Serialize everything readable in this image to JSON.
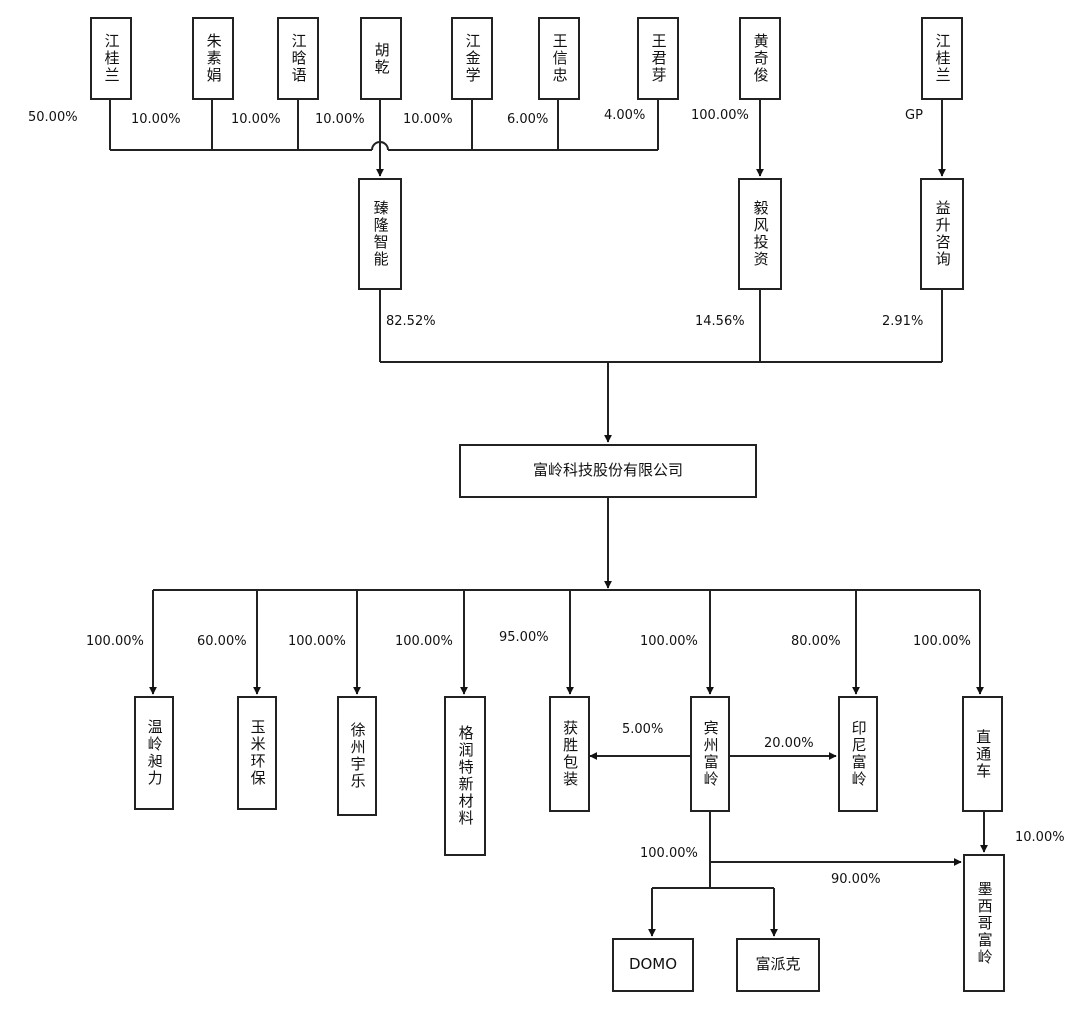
{
  "shareholders": {
    "jiang_guilan_1": "江桂兰",
    "zhu_sujuan": "朱素娟",
    "jiang_hanyu": "江晗语",
    "hu_qian": "胡乾",
    "jiang_jinxue": "江金学",
    "wang_xinzhong": "王信忠",
    "wang_junya": "王君芽",
    "huang_qijun": "黄奇俊",
    "jiang_guilan_2": "江桂兰"
  },
  "holding_entities": {
    "zhenlong": "臻隆智能",
    "yifeng": "毅风投资",
    "yisheng": "益升咨询"
  },
  "company": {
    "name": "富岭科技股份有限公司"
  },
  "subsidiaries": {
    "wenling": "温岭昶力",
    "yumi": "玉米环保",
    "xuzhou": "徐州宇乐",
    "gerunte": "格润特新材料",
    "huosheng": "获胜包装",
    "binzhou": "宾州富岭",
    "indonesia": "印尼富岭",
    "zhitongche": "直通车",
    "mexico": "墨西哥富岭",
    "domo": "DOMO",
    "fupaike": "富派克"
  },
  "percentages": {
    "jiang_guilan_zhenlong": "50.00%",
    "zhu_sujuan_zhenlong": "10.00%",
    "jiang_hanyu_zhenlong": "10.00%",
    "hu_qian_zhenlong": "10.00%",
    "jiang_jinxue_zhenlong": "10.00%",
    "wang_xinzhong_zhenlong": "6.00%",
    "wang_junya_zhenlong": "4.00%",
    "huang_qijun_yifeng": "100.00%",
    "gp_label": "GP",
    "zhenlong_company": "82.52%",
    "yifeng_company": "14.56%",
    "yisheng_company": "2.91%",
    "wenling": "100.00%",
    "yumi": "60.00%",
    "xuzhou": "100.00%",
    "gerunte": "100.00%",
    "huosheng": "95.00%",
    "binzhou": "100.00%",
    "indonesia": "80.00%",
    "zhitongche": "100.00%",
    "binzhou_huosheng": "5.00%",
    "binzhou_indonesia": "20.00%",
    "zhitongche_mexico": "10.00%",
    "binzhou_children": "100.00%",
    "binzhou_mexico": "90.00%"
  }
}
